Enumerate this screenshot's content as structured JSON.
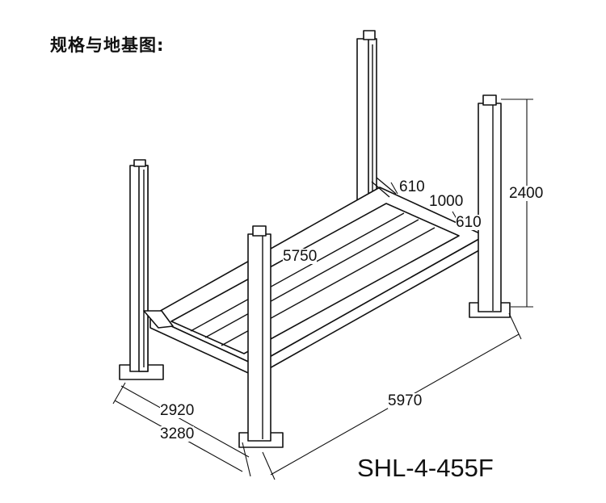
{
  "title": "规格与地基图:",
  "model": "SHL-4-455F",
  "dimensions": {
    "height": "2400",
    "span_top_a": "610",
    "span_top_b": "1000",
    "span_top_c": "610",
    "platform_length": "5750",
    "overall_length": "5970",
    "inner_width": "2920",
    "outer_width": "3280"
  }
}
